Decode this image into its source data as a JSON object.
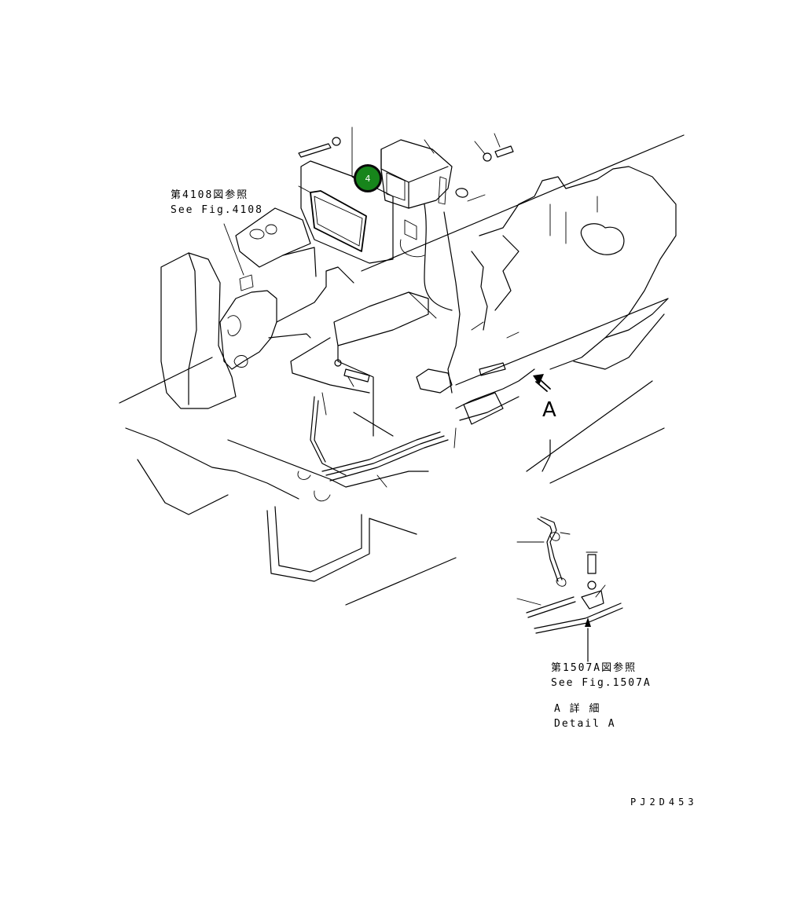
{
  "references": {
    "fig4108": {
      "line1": "第4108図参照",
      "line2": "See Fig.4108"
    },
    "fig1507a": {
      "line1": "第1507A図参照",
      "line2": "See Fig.1507A"
    }
  },
  "detail": {
    "line1": "A 詳 細",
    "line2": "Detail A"
  },
  "view_marker": "A",
  "callout": {
    "number": "4",
    "color": "#17851b"
  },
  "drawing_code": "PJ2D453"
}
